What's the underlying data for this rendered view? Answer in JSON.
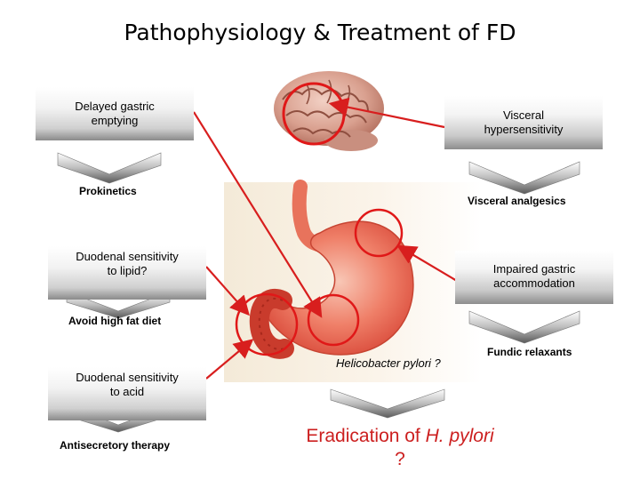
{
  "title": "Pathophysiology & Treatment of FD",
  "boxes": {
    "delayed_gastric": {
      "line1": "Delayed gastric",
      "line2": "emptying"
    },
    "visceral": {
      "line1": "Visceral",
      "line2": "hypersensitivity"
    },
    "duodenal_lipid": {
      "line1": "Duodenal sensitivity",
      "line2": "to lipid?"
    },
    "impaired_accommodation": {
      "line1": "Impaired gastric",
      "line2": "accommodation"
    },
    "duodenal_acid": {
      "line1": "Duodenal sensitivity",
      "line2": "to acid"
    }
  },
  "treatments": {
    "prokinetics": "Prokinetics",
    "visceral_analgesics": "Visceral analgesics",
    "avoid_high_fat": "Avoid high fat diet",
    "fundic_relaxants": "Fundic relaxants",
    "antisecretory": "Antisecretory therapy"
  },
  "helicobacter": "Helicobacter pylori ?",
  "eradication": {
    "prefix": "Eradication of ",
    "italic": "H. pylori",
    "suffix": "?"
  },
  "colors": {
    "arrow_red": "#d81e1e",
    "highlight_red": "#e01818",
    "eradication_text": "#cc1f1f"
  }
}
